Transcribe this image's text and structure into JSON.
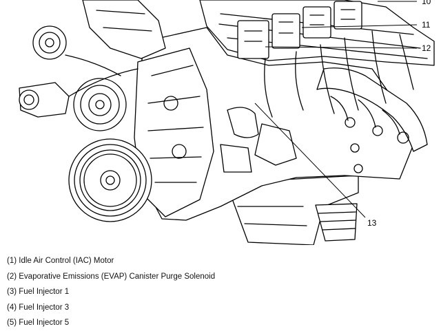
{
  "diagram": {
    "callouts": [
      {
        "id": "10",
        "label": "10"
      },
      {
        "id": "11",
        "label": "11"
      },
      {
        "id": "12",
        "label": "12"
      },
      {
        "id": "13",
        "label": "13"
      }
    ]
  },
  "legend": {
    "items": [
      "(1) Idle Air Control (IAC) Motor",
      "(2) Evaporative Emissions (EVAP) Canister Purge Solenoid",
      "(3) Fuel Injector 1",
      "(4) Fuel Injector 3",
      "(5) Fuel Injector 5"
    ]
  }
}
